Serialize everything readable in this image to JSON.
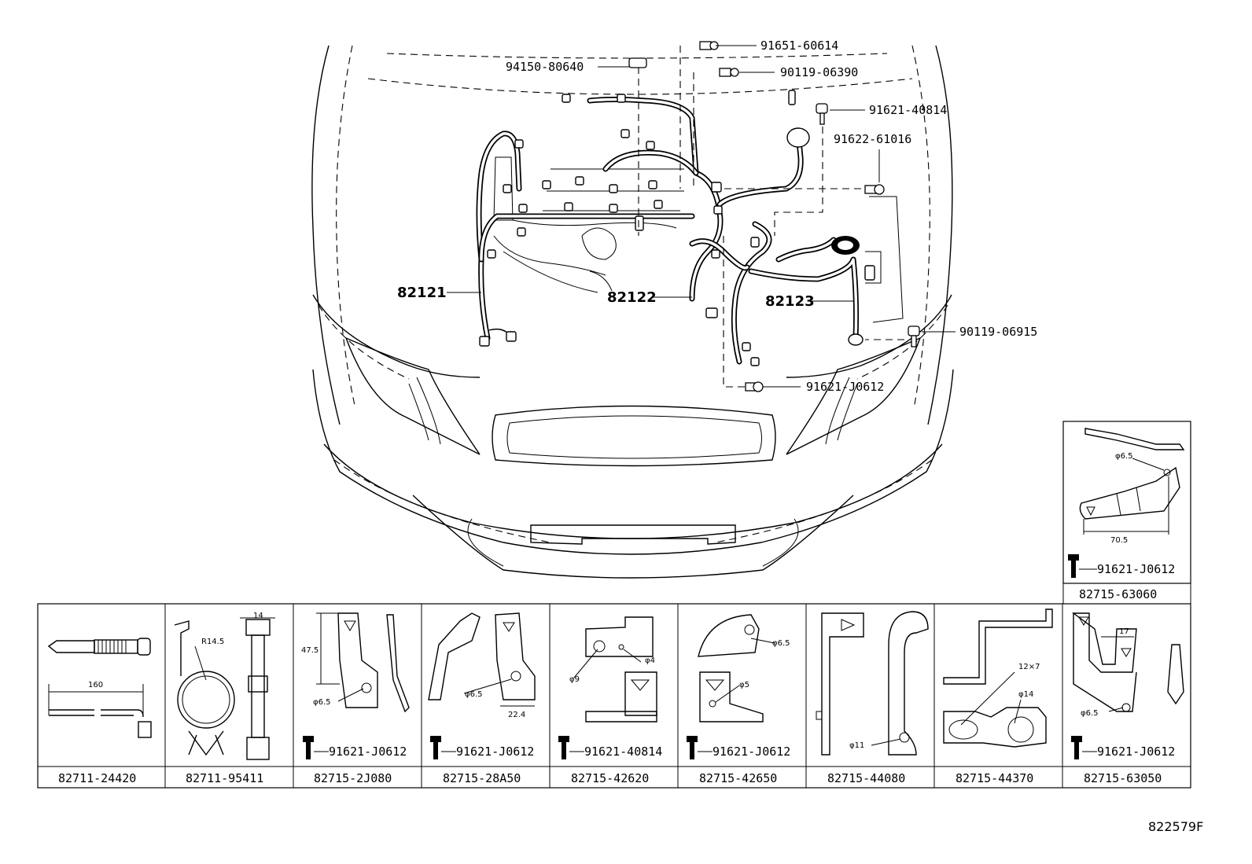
{
  "diagram_id": "822579F",
  "callouts": {
    "p91651": "91651-60614",
    "p94150": "94150-80640",
    "p90119a": "90119-06390",
    "p91621a": "91621-40814",
    "p91622": "91622-61016",
    "p82121": "82121",
    "p82122": "82122",
    "p82123": "82123",
    "p90119b": "90119-06915",
    "p91621b": "91621-J0612"
  },
  "side_box": {
    "part": "82715-63060",
    "bolt": "91621-J0612",
    "dims": {
      "hole": "φ6.5",
      "length": "70.5"
    }
  },
  "table": {
    "cells": [
      {
        "part": "82711-24420",
        "bolt": "",
        "dims": [
          "160"
        ]
      },
      {
        "part": "82711-95411",
        "bolt": "",
        "dims": [
          "R14.5",
          "14"
        ]
      },
      {
        "part": "82715-2J080",
        "bolt": "91621-J0612",
        "dims": [
          "47.5",
          "φ6.5"
        ]
      },
      {
        "part": "82715-28A50",
        "bolt": "91621-J0612",
        "dims": [
          "φ6.5",
          "22.4"
        ]
      },
      {
        "part": "82715-42620",
        "bolt": "91621-40814",
        "dims": [
          "φ9",
          "φ4"
        ]
      },
      {
        "part": "82715-42650",
        "bolt": "91621-J0612",
        "dims": [
          "φ6.5",
          "φ5"
        ]
      },
      {
        "part": "82715-44080",
        "bolt": "",
        "dims": [
          "φ11"
        ]
      },
      {
        "part": "82715-44370",
        "bolt": "",
        "dims": [
          "12×7",
          "φ14"
        ]
      },
      {
        "part": "82715-63050",
        "bolt": "91621-J0612",
        "dims": [
          "17",
          "φ6.5"
        ]
      }
    ]
  }
}
